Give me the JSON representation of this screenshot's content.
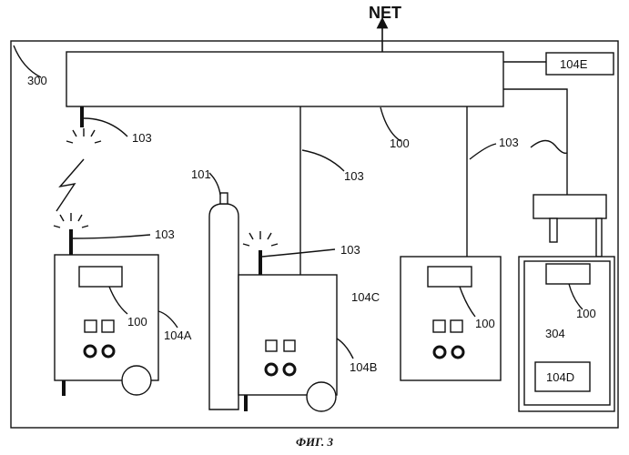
{
  "labels": {
    "net": "NET",
    "system": "300",
    "e": "104E",
    "a": "104A",
    "b": "104B",
    "c": "104C",
    "d": "104D",
    "cylinder": "101",
    "station": "304",
    "link": "103",
    "controller": "100"
  },
  "caption": "ФИГ. 3"
}
